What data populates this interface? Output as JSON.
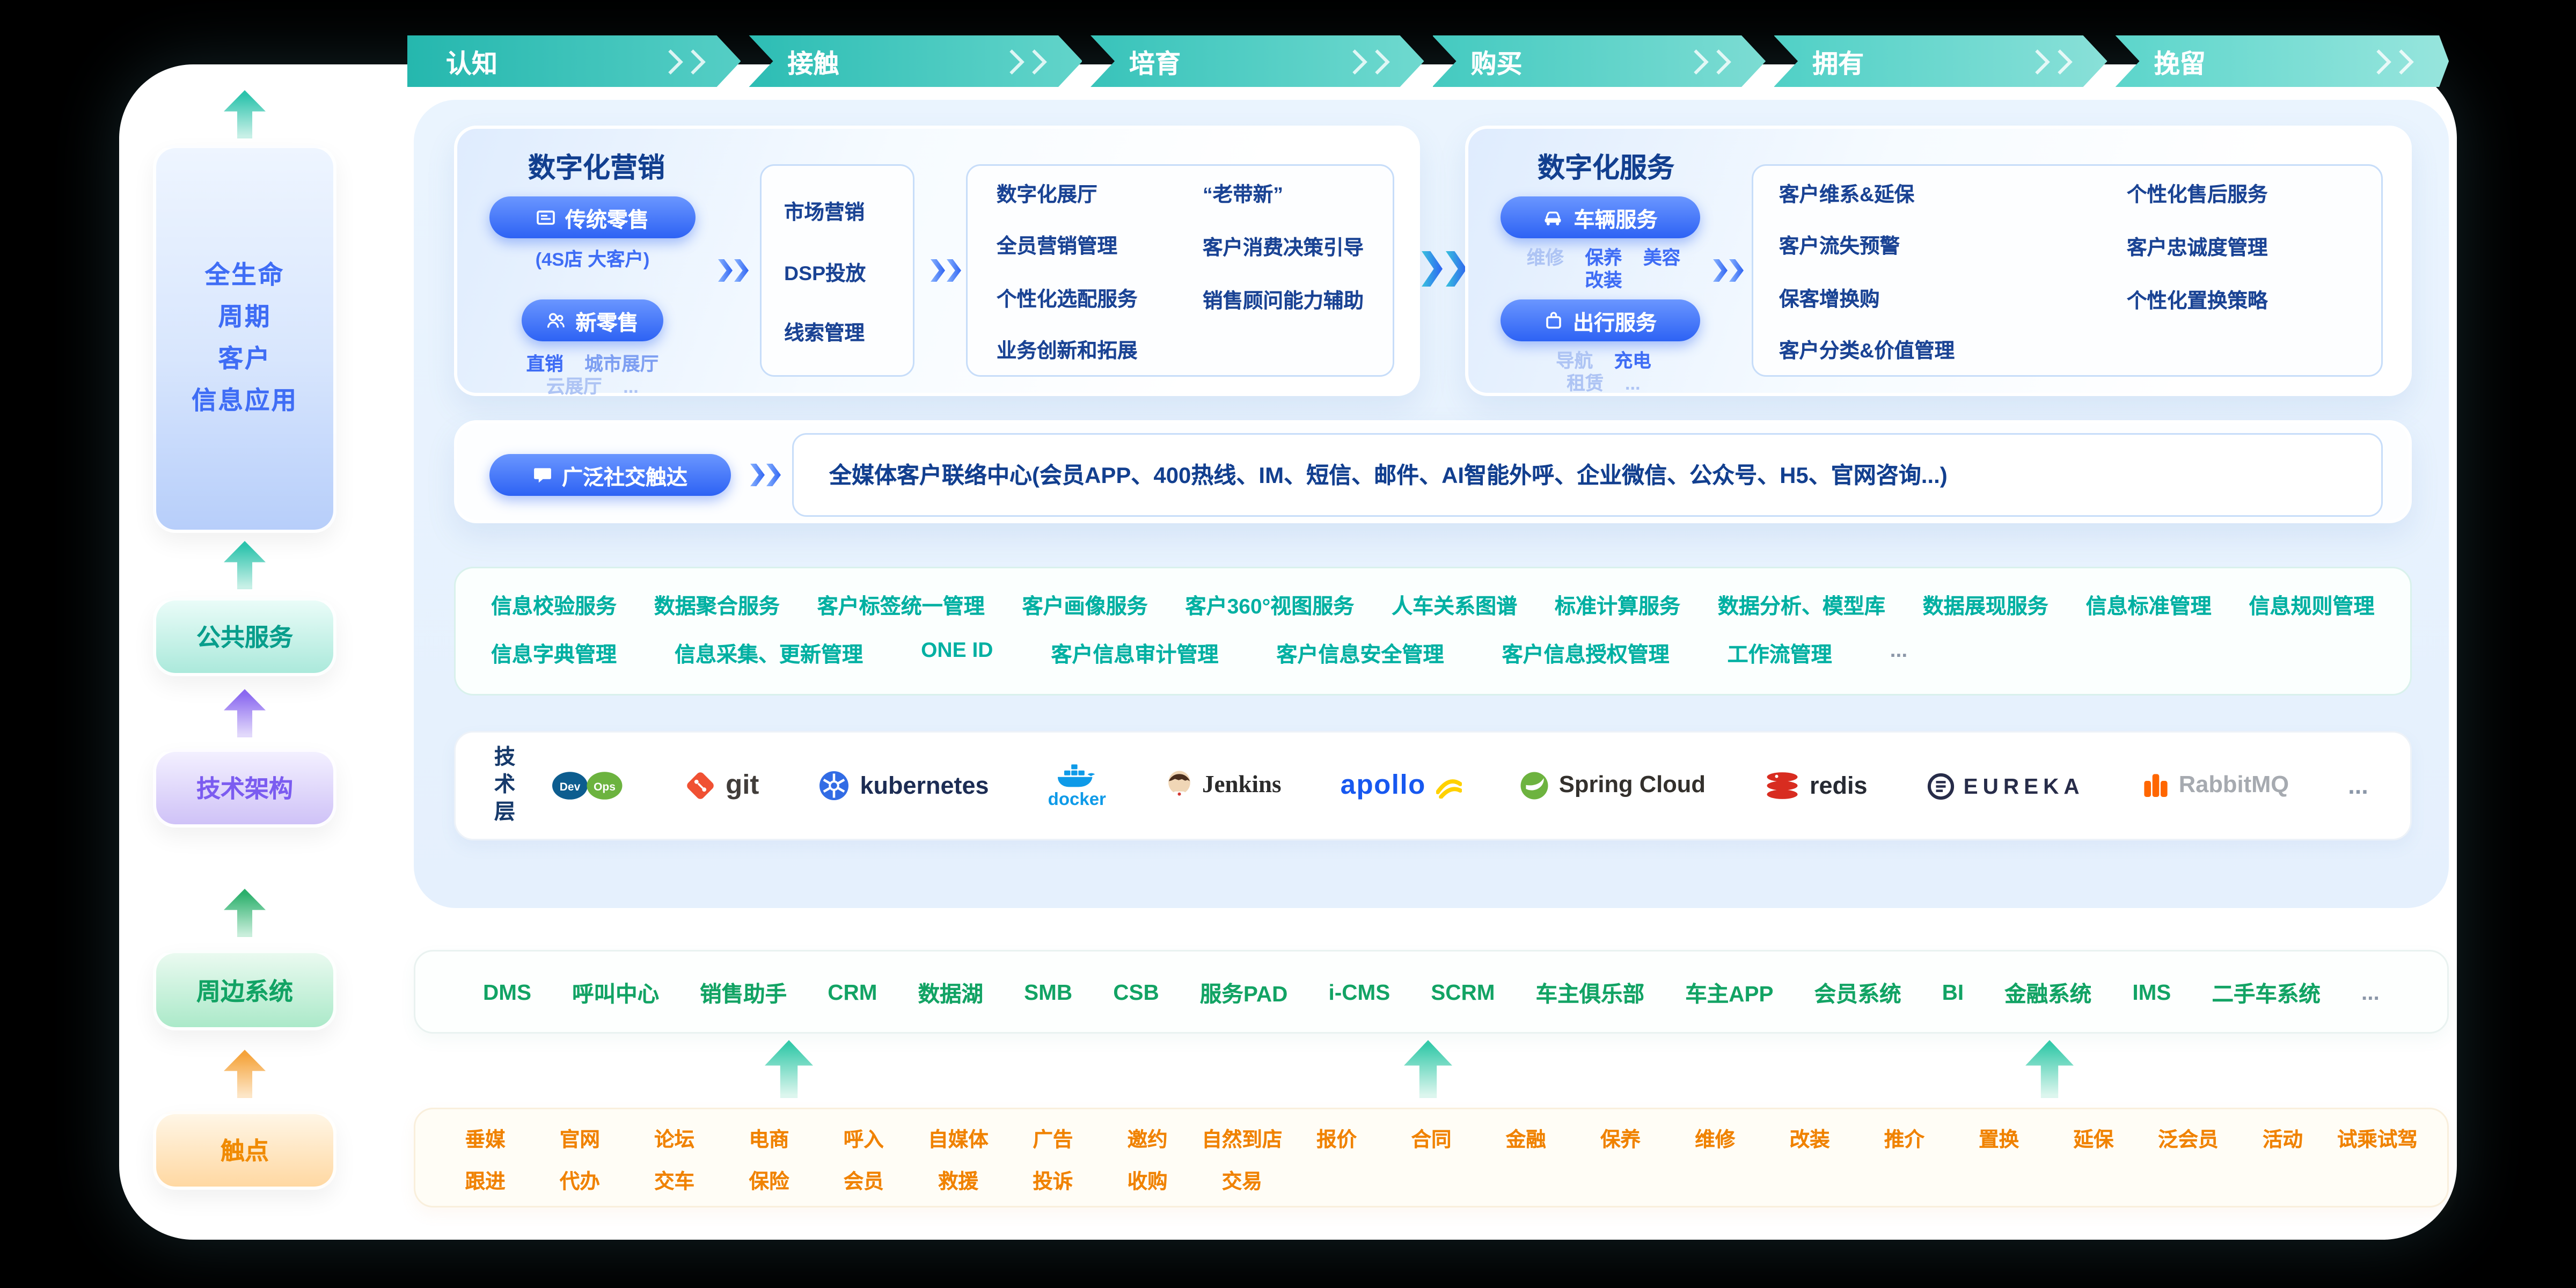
{
  "journey": {
    "stages": [
      "认知",
      "接触",
      "培育",
      "购买",
      "拥有",
      "挽留"
    ]
  },
  "sidebar": {
    "lifecycle_lines": [
      "全生命",
      "周期",
      "客户",
      "信息应用"
    ],
    "public_services": "公共服务",
    "tech_architecture": "技术架构",
    "peripheral_systems": "周边系统",
    "touchpoints": "触点"
  },
  "marketing": {
    "title": "数字化营销",
    "traditional": {
      "label": "传统零售",
      "sub": "(4S店 大客户)"
    },
    "new_retail": {
      "label": "新零售",
      "subs": [
        "直销",
        "城市展厅",
        "云展厅",
        "..."
      ]
    },
    "funnel1": [
      "市场营销",
      "DSP投放",
      "线索管理"
    ],
    "funnel2_col1": [
      "数字化展厅",
      "全员营销管理",
      "个性化选配服务",
      "业务创新和拓展"
    ],
    "funnel2_col2": [
      "“老带新”",
      "客户消费决策引导",
      "销售顾问能力辅助"
    ]
  },
  "service": {
    "title": "数字化服务",
    "vehicle": {
      "label": "车辆服务",
      "subs": [
        "维修",
        "保养",
        "美容",
        "改装"
      ]
    },
    "travel": {
      "label": "出行服务",
      "subs": [
        "导航",
        "充电",
        "租赁",
        "..."
      ]
    },
    "box_col1": [
      "客户维系&延保",
      "客户流失预警",
      "保客增换购",
      "客户分类&价值管理"
    ],
    "box_col2": [
      "个性化售后服务",
      "客户忠诚度管理",
      "个性化置换策略"
    ]
  },
  "social": {
    "pill": "广泛社交触达",
    "text": "全媒体客户联络中心(会员APP、400热线、IM、短信、邮件、AI智能外呼、企业微信、公众号、H5、官网咨询...)"
  },
  "public_services": {
    "row1": [
      "信息校验服务",
      "数据聚合服务",
      "客户标签统一管理",
      "客户画像服务",
      "客户360°视图服务",
      "人车关系图谱",
      "标准计算服务",
      "数据分析、模型库",
      "数据展现服务",
      "信息标准管理",
      "信息规则管理"
    ],
    "row2": [
      "信息字典管理",
      "信息采集、更新管理",
      "ONE ID",
      "客户信息审计管理",
      "客户信息安全管理",
      "客户信息授权管理",
      "工作流管理",
      "..."
    ]
  },
  "tech": {
    "label": "技术层",
    "logos": {
      "devops_dev": "Dev",
      "devops_ops": "Ops",
      "git": "git",
      "kubernetes": "kubernetes",
      "docker": "docker",
      "jenkins": "Jenkins",
      "apollo": "apollo",
      "spring": "Spring Cloud",
      "redis": "redis",
      "eureka": "EUREKA",
      "rabbitmq": "RabbitMQ",
      "more": "..."
    }
  },
  "peripheral": {
    "items": [
      "DMS",
      "呼叫中心",
      "销售助手",
      "CRM",
      "数据湖",
      "SMB",
      "CSB",
      "服务PAD",
      "i-CMS",
      "SCRM",
      "车主俱乐部",
      "车主APP",
      "会员系统",
      "BI",
      "金融系统",
      "IMS",
      "二手车系统",
      "..."
    ]
  },
  "touchpoints": {
    "row1": [
      "垂媒",
      "官网",
      "论坛",
      "电商",
      "呼入",
      "自媒体",
      "广告",
      "邀约",
      "自然到店",
      "报价",
      "合同",
      "金融",
      "保养",
      "维修",
      "改装",
      "推介",
      "置换",
      "延保",
      "泛会员",
      "活动",
      "试乘试驾"
    ],
    "row2": [
      "跟进",
      "代办",
      "交车",
      "保险",
      "会员",
      "救援",
      "投诉",
      "收购",
      "交易"
    ]
  },
  "colors": {
    "journey_teal": "#34c2ba",
    "accent_blue": "#2e63f2",
    "deep_blue_text": "#17418f",
    "teal_text": "#00b0a2",
    "green_text": "#12a364",
    "orange_text": "#f08200",
    "purple_text": "#7b5cf0"
  }
}
